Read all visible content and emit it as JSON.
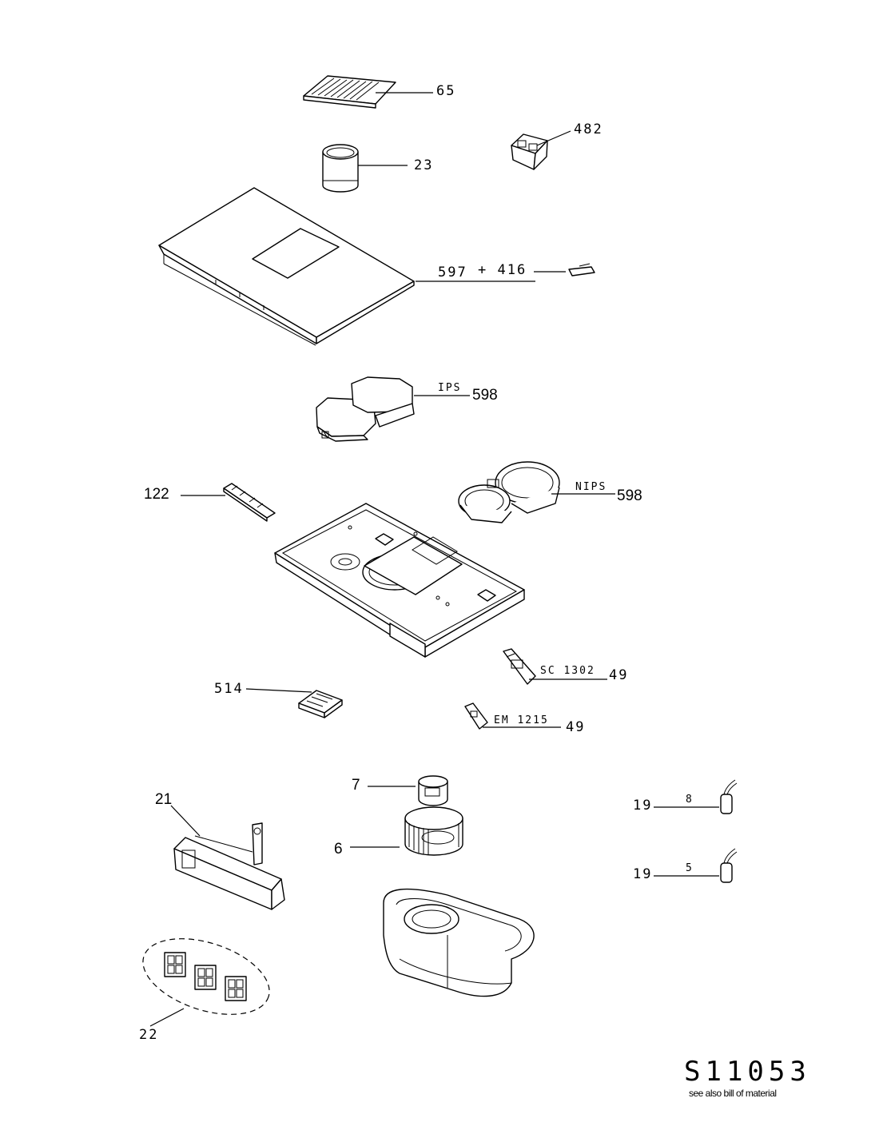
{
  "diagram": {
    "code": "S11053",
    "note": "see also bill of material",
    "labels": {
      "p65": "65",
      "p482": "482",
      "p23": "23",
      "p597": "597",
      "p416": "+ 416",
      "ips": "IPS",
      "p598_ips": "598",
      "p122": "122",
      "nips": "NIPS",
      "p598_nips": "598",
      "sc1302": "SC 1302",
      "p49_sc": "49",
      "p514": "514",
      "em1215": "EM 1215",
      "p49_em": "49",
      "p7": "7",
      "p21": "21",
      "p6": "6",
      "p19_a": "19",
      "cap_a": "8",
      "p19_b": "19",
      "cap_b": "5",
      "p22": "22"
    }
  }
}
